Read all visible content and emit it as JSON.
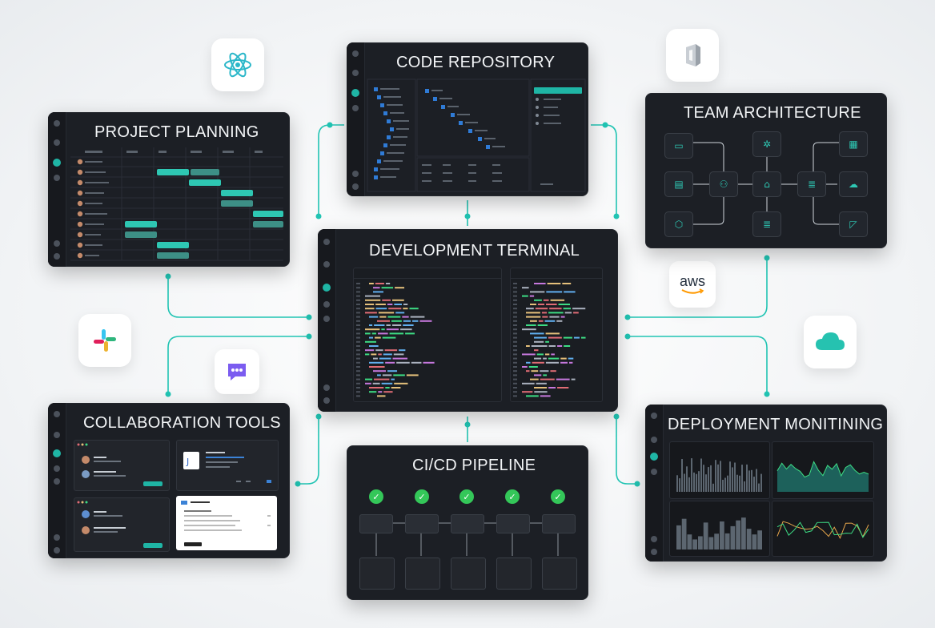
{
  "panels": {
    "project_planning": {
      "title": "PROJECT PLANNING"
    },
    "code_repository": {
      "title": "CODE REPOSITORY"
    },
    "team_architecture": {
      "title": "TEAM ARCHITECTURE"
    },
    "development_terminal": {
      "title": "DEVELOPMENT TERMINAL"
    },
    "collaboration_tools": {
      "title": "COLLABORATION TOOLS"
    },
    "cicd_pipeline": {
      "title": "CI/CD PIPELINE"
    },
    "deployment_monitoring": {
      "title": "DEPLOYMENT MONITINING"
    }
  },
  "floating_icons": {
    "aws_label": "aws"
  },
  "colors": {
    "accent": "#1fb5a5",
    "panel_bg": "#1c1f25",
    "success": "#34c759",
    "code_green": "#3ddc84",
    "code_yellow": "#e5c07b",
    "code_blue": "#61afef",
    "code_red": "#e06c75",
    "code_purple": "#c678dd"
  }
}
